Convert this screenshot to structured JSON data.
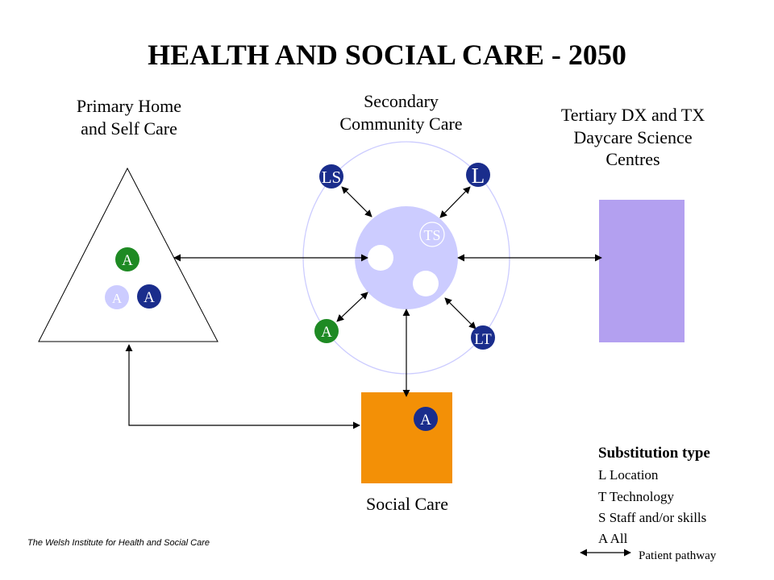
{
  "title": "HEALTH AND SOCIAL CARE - 2050",
  "primary": {
    "line1": "Primary Home",
    "line2": "and Self Care"
  },
  "secondary": {
    "line1": "Secondary",
    "line2": "Community Care"
  },
  "tertiary": {
    "line1": "Tertiary DX and TX",
    "line2": "Daycare Science",
    "line3": "Centres"
  },
  "social_care": "Social Care",
  "badges": {
    "ls": "LS",
    "l": "L",
    "ts": "TS",
    "a_left": "A",
    "lt": "LT",
    "tri_top": "A",
    "tri_light": "A",
    "tri_dark": "A",
    "social": "A"
  },
  "legend": {
    "heading": "Substitution type",
    "items": [
      "L  Location",
      "T Technology",
      "S  Staff and/or skills",
      "A  All"
    ],
    "pathway": "Patient pathway"
  },
  "footer": "The Welsh Institute for Health and Social Care",
  "colors": {
    "navy": "#1a2d8c",
    "green": "#1e8a23",
    "lavender": "#ccccff",
    "purple": "#b3a0f0",
    "orange": "#f39006"
  }
}
